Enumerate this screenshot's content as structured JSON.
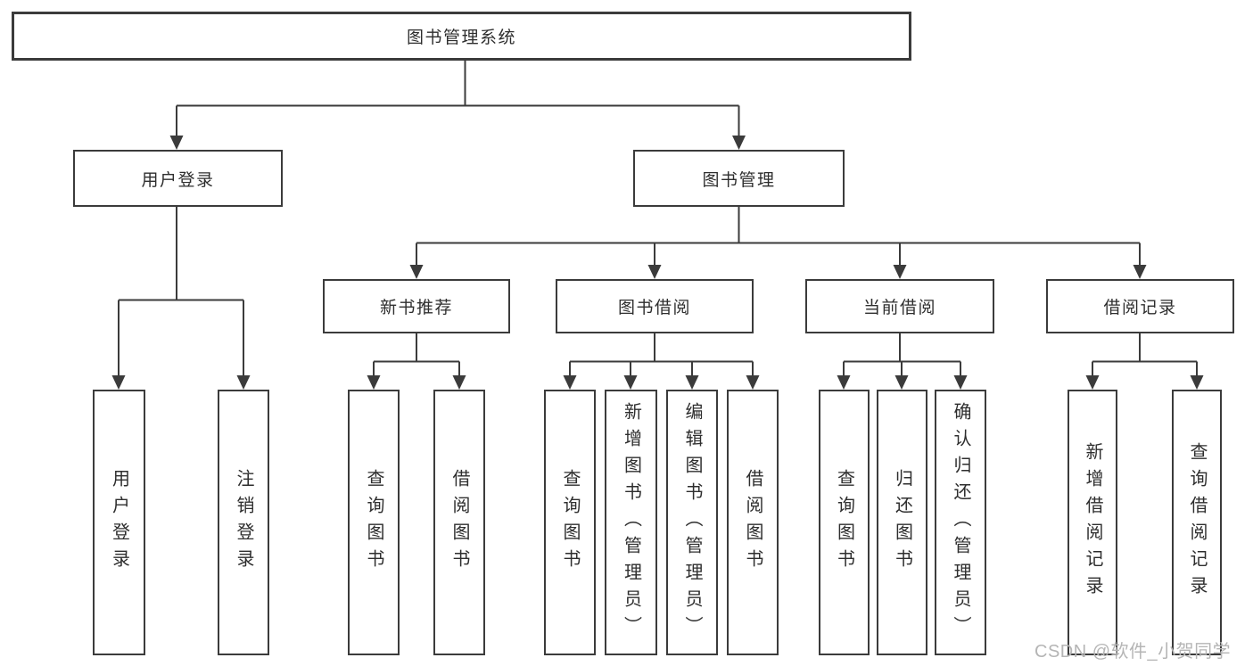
{
  "diagram": {
    "title": "图书管理系统",
    "tree": {
      "label": "图书管理系统",
      "children": [
        {
          "label": "用户登录",
          "children": [
            {
              "label": "用户登录"
            },
            {
              "label": "注销登录"
            }
          ]
        },
        {
          "label": "图书管理",
          "children": [
            {
              "label": "新书推荐",
              "children": [
                {
                  "label": "查询图书"
                },
                {
                  "label": "借阅图书"
                }
              ]
            },
            {
              "label": "图书借阅",
              "children": [
                {
                  "label": "查询图书"
                },
                {
                  "label": "新增图书（管理员）"
                },
                {
                  "label": "编辑图书（管理员）"
                },
                {
                  "label": "借阅图书"
                }
              ]
            },
            {
              "label": "当前借阅",
              "children": [
                {
                  "label": "查询图书"
                },
                {
                  "label": "归还图书"
                },
                {
                  "label": "确认归还（管理员）"
                }
              ]
            },
            {
              "label": "借阅记录",
              "children": [
                {
                  "label": "新增借阅记录"
                },
                {
                  "label": "查询借阅记录"
                }
              ]
            }
          ]
        }
      ]
    }
  },
  "watermark": {
    "text": "CSDN @软件_小贺同学"
  },
  "colors": {
    "line": "#3b3b3b",
    "text": "#2e2e2e",
    "watermark": "#b5b5b5",
    "background": "#ffffff"
  }
}
